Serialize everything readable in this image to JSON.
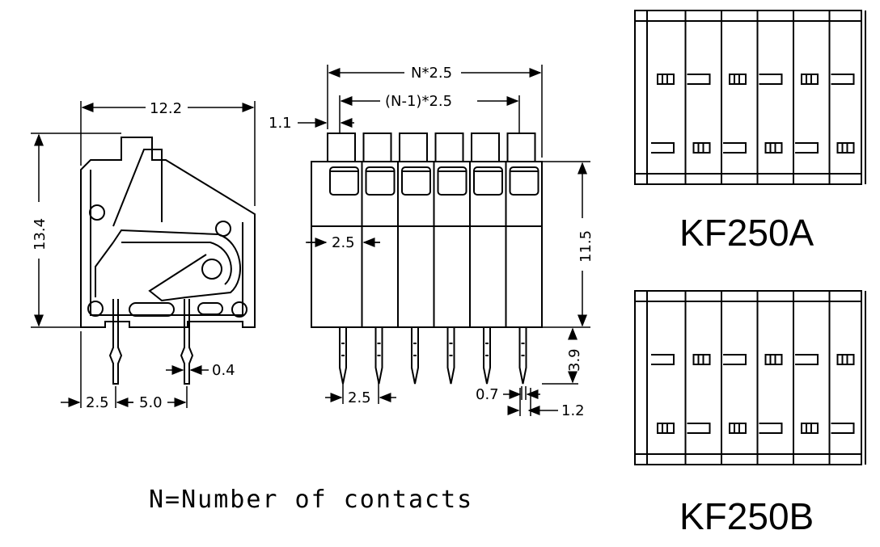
{
  "side_view": {
    "dim_width": "12.2",
    "dim_height": "13.4",
    "dim_pin_thickness": "0.4",
    "dim_offset": "2.5",
    "dim_pin_spacing": "5.0"
  },
  "front_view": {
    "dim_total": "N*2.5",
    "dim_pitch_span": "(N-1)*2.5",
    "dim_edge": "1.1",
    "dim_pitch": "2.5",
    "dim_body_height": "11.5",
    "dim_pin_length": "3.9",
    "dim_pin_pitch": "2.5",
    "dim_pin_width": "0.7",
    "dim_pin_tip": "1.2"
  },
  "note": "N=Number of contacts",
  "variants": [
    {
      "label": "KF250A"
    },
    {
      "label": "KF250B"
    }
  ],
  "colors": {
    "line": "#000000",
    "background": "#ffffff"
  }
}
